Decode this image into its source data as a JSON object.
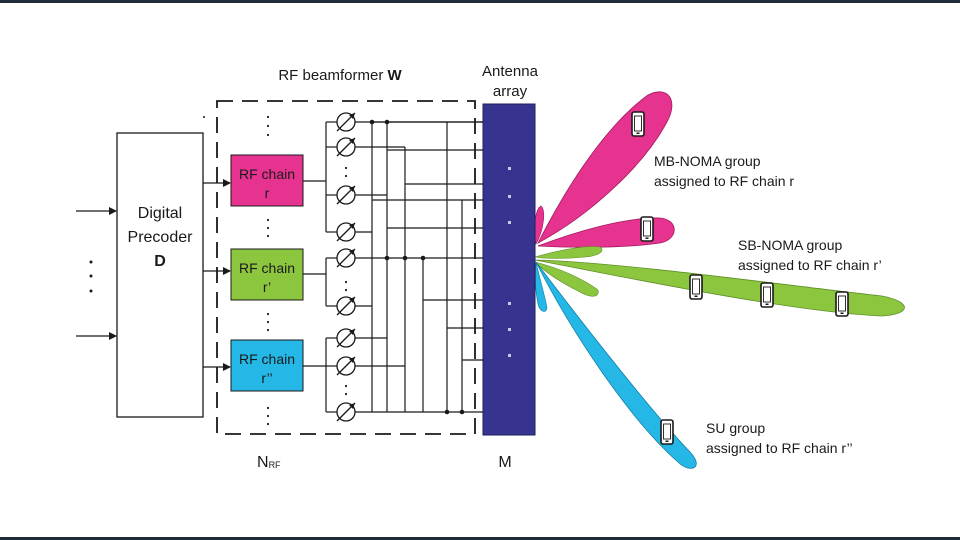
{
  "digital_precoder": {
    "line1": "Digital",
    "line2": "Precoder",
    "symbol": "D"
  },
  "rf_beamformer": {
    "label": "RF beamformer ",
    "symbol": "W"
  },
  "rf_chains": [
    {
      "line1": "RF chain",
      "line2": "r",
      "color": "#e5338f"
    },
    {
      "line1": "RF chain",
      "line2": "r’",
      "color": "#8cc63f"
    },
    {
      "line1": "RF chain",
      "line2": "r’’",
      "color": "#25b7e6"
    }
  ],
  "nrf_label": {
    "main": "N",
    "sub": "RF"
  },
  "antenna": {
    "title_line1": "Antenna",
    "title_line2": "array",
    "size_label": "M",
    "color": "#36348f"
  },
  "groups": [
    {
      "line1": "MB-NOMA group",
      "line2": "assigned to RF chain r"
    },
    {
      "line1": "SB-NOMA group",
      "line2": "assigned to RF chain r’"
    },
    {
      "line1": "SU group",
      "line2": "assigned to RF chain r’’"
    }
  ],
  "beam_colors": {
    "magenta": "#e5338f",
    "green": "#8cc63f",
    "cyan": "#25b7e6"
  },
  "icons": [
    "phase-shifter-icon",
    "mobile-phone-icon",
    "arrow-icon"
  ]
}
